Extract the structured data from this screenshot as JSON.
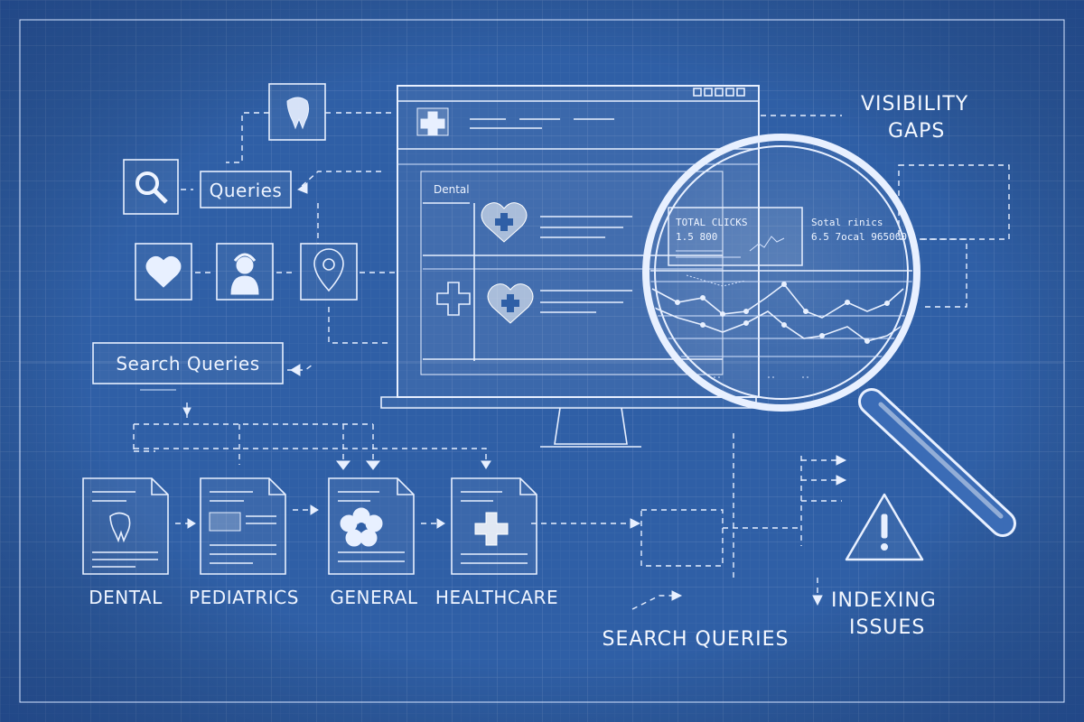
{
  "labels": {
    "queries": "Queries",
    "search_queries_box": "Search Queries",
    "dental_panel": "Dental",
    "visibility_1": "VISIBILITY",
    "visibility_2": "GAPS",
    "total_clicks": "TOTAL CLICKS",
    "total_clicks_value": "1.5 800",
    "total_other": "Sotal rinics",
    "total_other_value": "6.5 7ocal  965000",
    "doc_dental": "DENTAL",
    "doc_pediatrics": "PEDIATRICS",
    "doc_general": "GENERAL",
    "doc_healthcare": "HEALTHCARE",
    "search_queries_footer": "SEARCH QUERIES",
    "indexing_1": "INDEXING",
    "indexing_2": "ISSUES"
  },
  "icons": [
    "tooth-icon",
    "search-icon",
    "heart-icon",
    "person-icon",
    "location-pin-icon",
    "medical-cross-icon",
    "heart-cross-icon",
    "warning-icon",
    "magnifier-icon",
    "monitor-icon"
  ],
  "colors": {
    "background": "#2f5fa6",
    "line": "#e8f0ff"
  }
}
